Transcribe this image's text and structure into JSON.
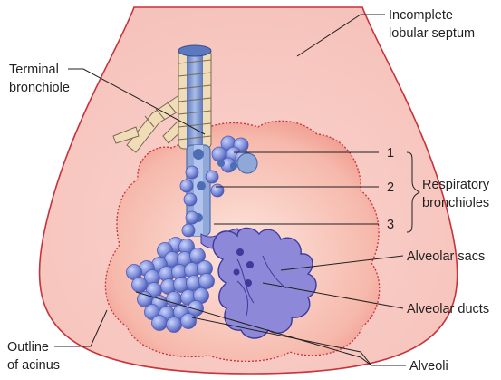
{
  "labels": {
    "septum": [
      "Incomplete",
      "lobular septum"
    ],
    "terminal": [
      "Terminal",
      "bronchiole"
    ],
    "num1": "1",
    "num2": "2",
    "num3": "3",
    "respiratory": [
      "Respiratory",
      "bronchioles"
    ],
    "sacs": "Alveolar sacs",
    "ducts": "Alveolar ducts",
    "outline": [
      "Outline",
      "of acinus"
    ],
    "alveoli": "Alveoli"
  },
  "colors": {
    "lobule_fill": "#f7c9c3",
    "lobule_stroke": "#c8323a",
    "acinus_fill": "#f9d5cc",
    "acinus_glow": "#f2a79a",
    "airway": "#8fa8d8",
    "airway_dark": "#4d6db4",
    "cartilage": "#f1dcb8",
    "alveoli": "#8b9be0",
    "alveoli_dark": "#4b5bb6",
    "sac_fill": "#8e88d8",
    "sac_stroke": "#3d3a9c"
  }
}
